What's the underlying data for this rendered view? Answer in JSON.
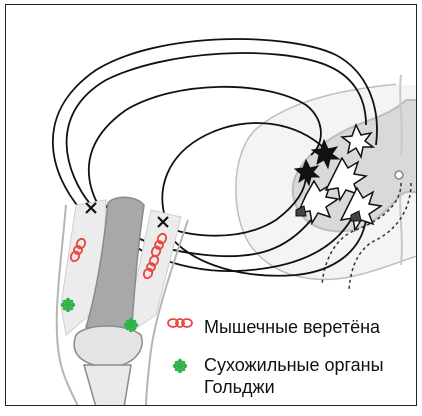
{
  "legend": {
    "muscle_spindles": "Мышечные веретёна",
    "golgi_organs_line1": "Сухожильные органы",
    "golgi_organs_line2": "Гольджи"
  },
  "colors": {
    "spindle": "#e8473f",
    "golgi": "#2fb24a",
    "grey_matter": "#d9d9d9",
    "bone": "#a8a8a8",
    "muscle": "#ececec",
    "nerve": "#111111"
  },
  "icons": {
    "spindle": "spindle-icon",
    "golgi": "golgi-star-icon",
    "synapse": "x-mark-icon"
  }
}
